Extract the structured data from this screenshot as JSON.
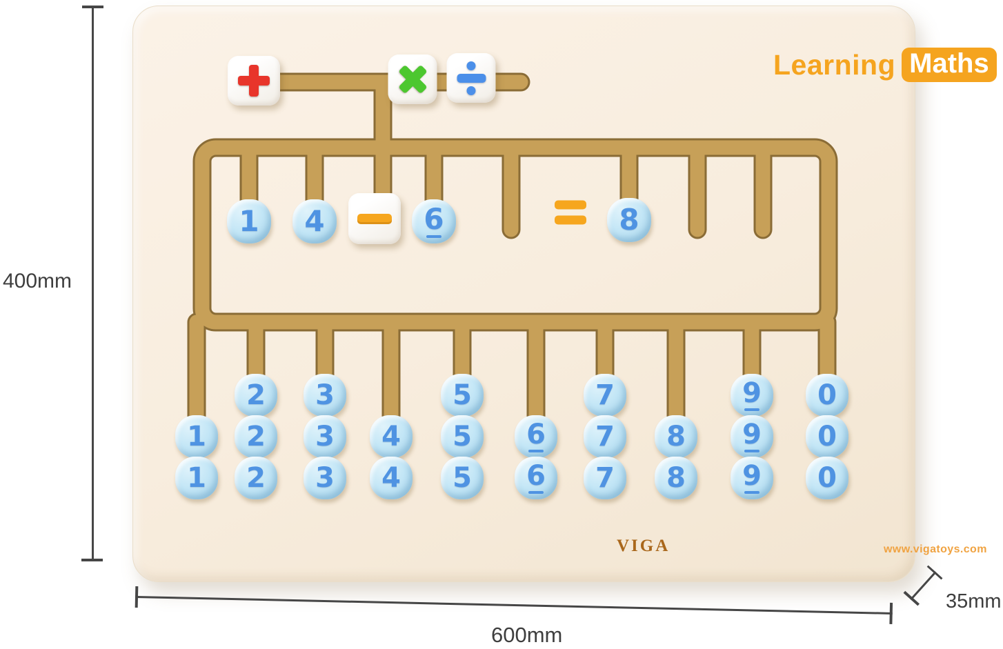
{
  "branding": {
    "logo_learning": "Learning",
    "logo_maths": "Maths",
    "logo_color": "#f5a41f",
    "brand": "VIGA",
    "brand_color": "#a9671b",
    "website": "www.vigatoys.com",
    "website_color": "#f0a342"
  },
  "dimensions": {
    "height_label": "400mm",
    "width_label": "600mm",
    "depth_label": "35mm"
  },
  "board": {
    "surface_color": "#f8edde",
    "track_color": "#c7a058",
    "track_outline_color": "#8a6c36"
  },
  "operator_tiles": [
    {
      "name": "plus-tile",
      "operator": "plus",
      "symbol": "+",
      "color": "#e8352b"
    },
    {
      "name": "multiply-tile",
      "operator": "multiply",
      "symbol": "×",
      "color": "#4cc72f"
    },
    {
      "name": "divide-tile",
      "operator": "divide",
      "symbol": "÷",
      "color": "#4b8fe9"
    }
  ],
  "equation_row": [
    {
      "type": "number",
      "value": "1"
    },
    {
      "type": "number",
      "value": "4"
    },
    {
      "type": "operator",
      "value": "−",
      "color": "#f6a61e"
    },
    {
      "type": "number",
      "value": "6"
    },
    {
      "type": "printed",
      "value": "=",
      "color": "#f6a61e"
    },
    {
      "type": "number",
      "value": "8"
    }
  ],
  "number_columns": [
    {
      "value": "1",
      "count": 2
    },
    {
      "value": "2",
      "count": 3
    },
    {
      "value": "3",
      "count": 3
    },
    {
      "value": "4",
      "count": 2
    },
    {
      "value": "5",
      "count": 3
    },
    {
      "value": "6",
      "count": 2
    },
    {
      "value": "7",
      "count": 3
    },
    {
      "value": "8",
      "count": 2
    },
    {
      "value": "9",
      "count": 3
    },
    {
      "value": "0",
      "count": 3
    }
  ],
  "colors": {
    "number_tile_fill": "#c3e6f6",
    "number_glyph": "#4f93e2",
    "dimension_line": "#464646"
  }
}
